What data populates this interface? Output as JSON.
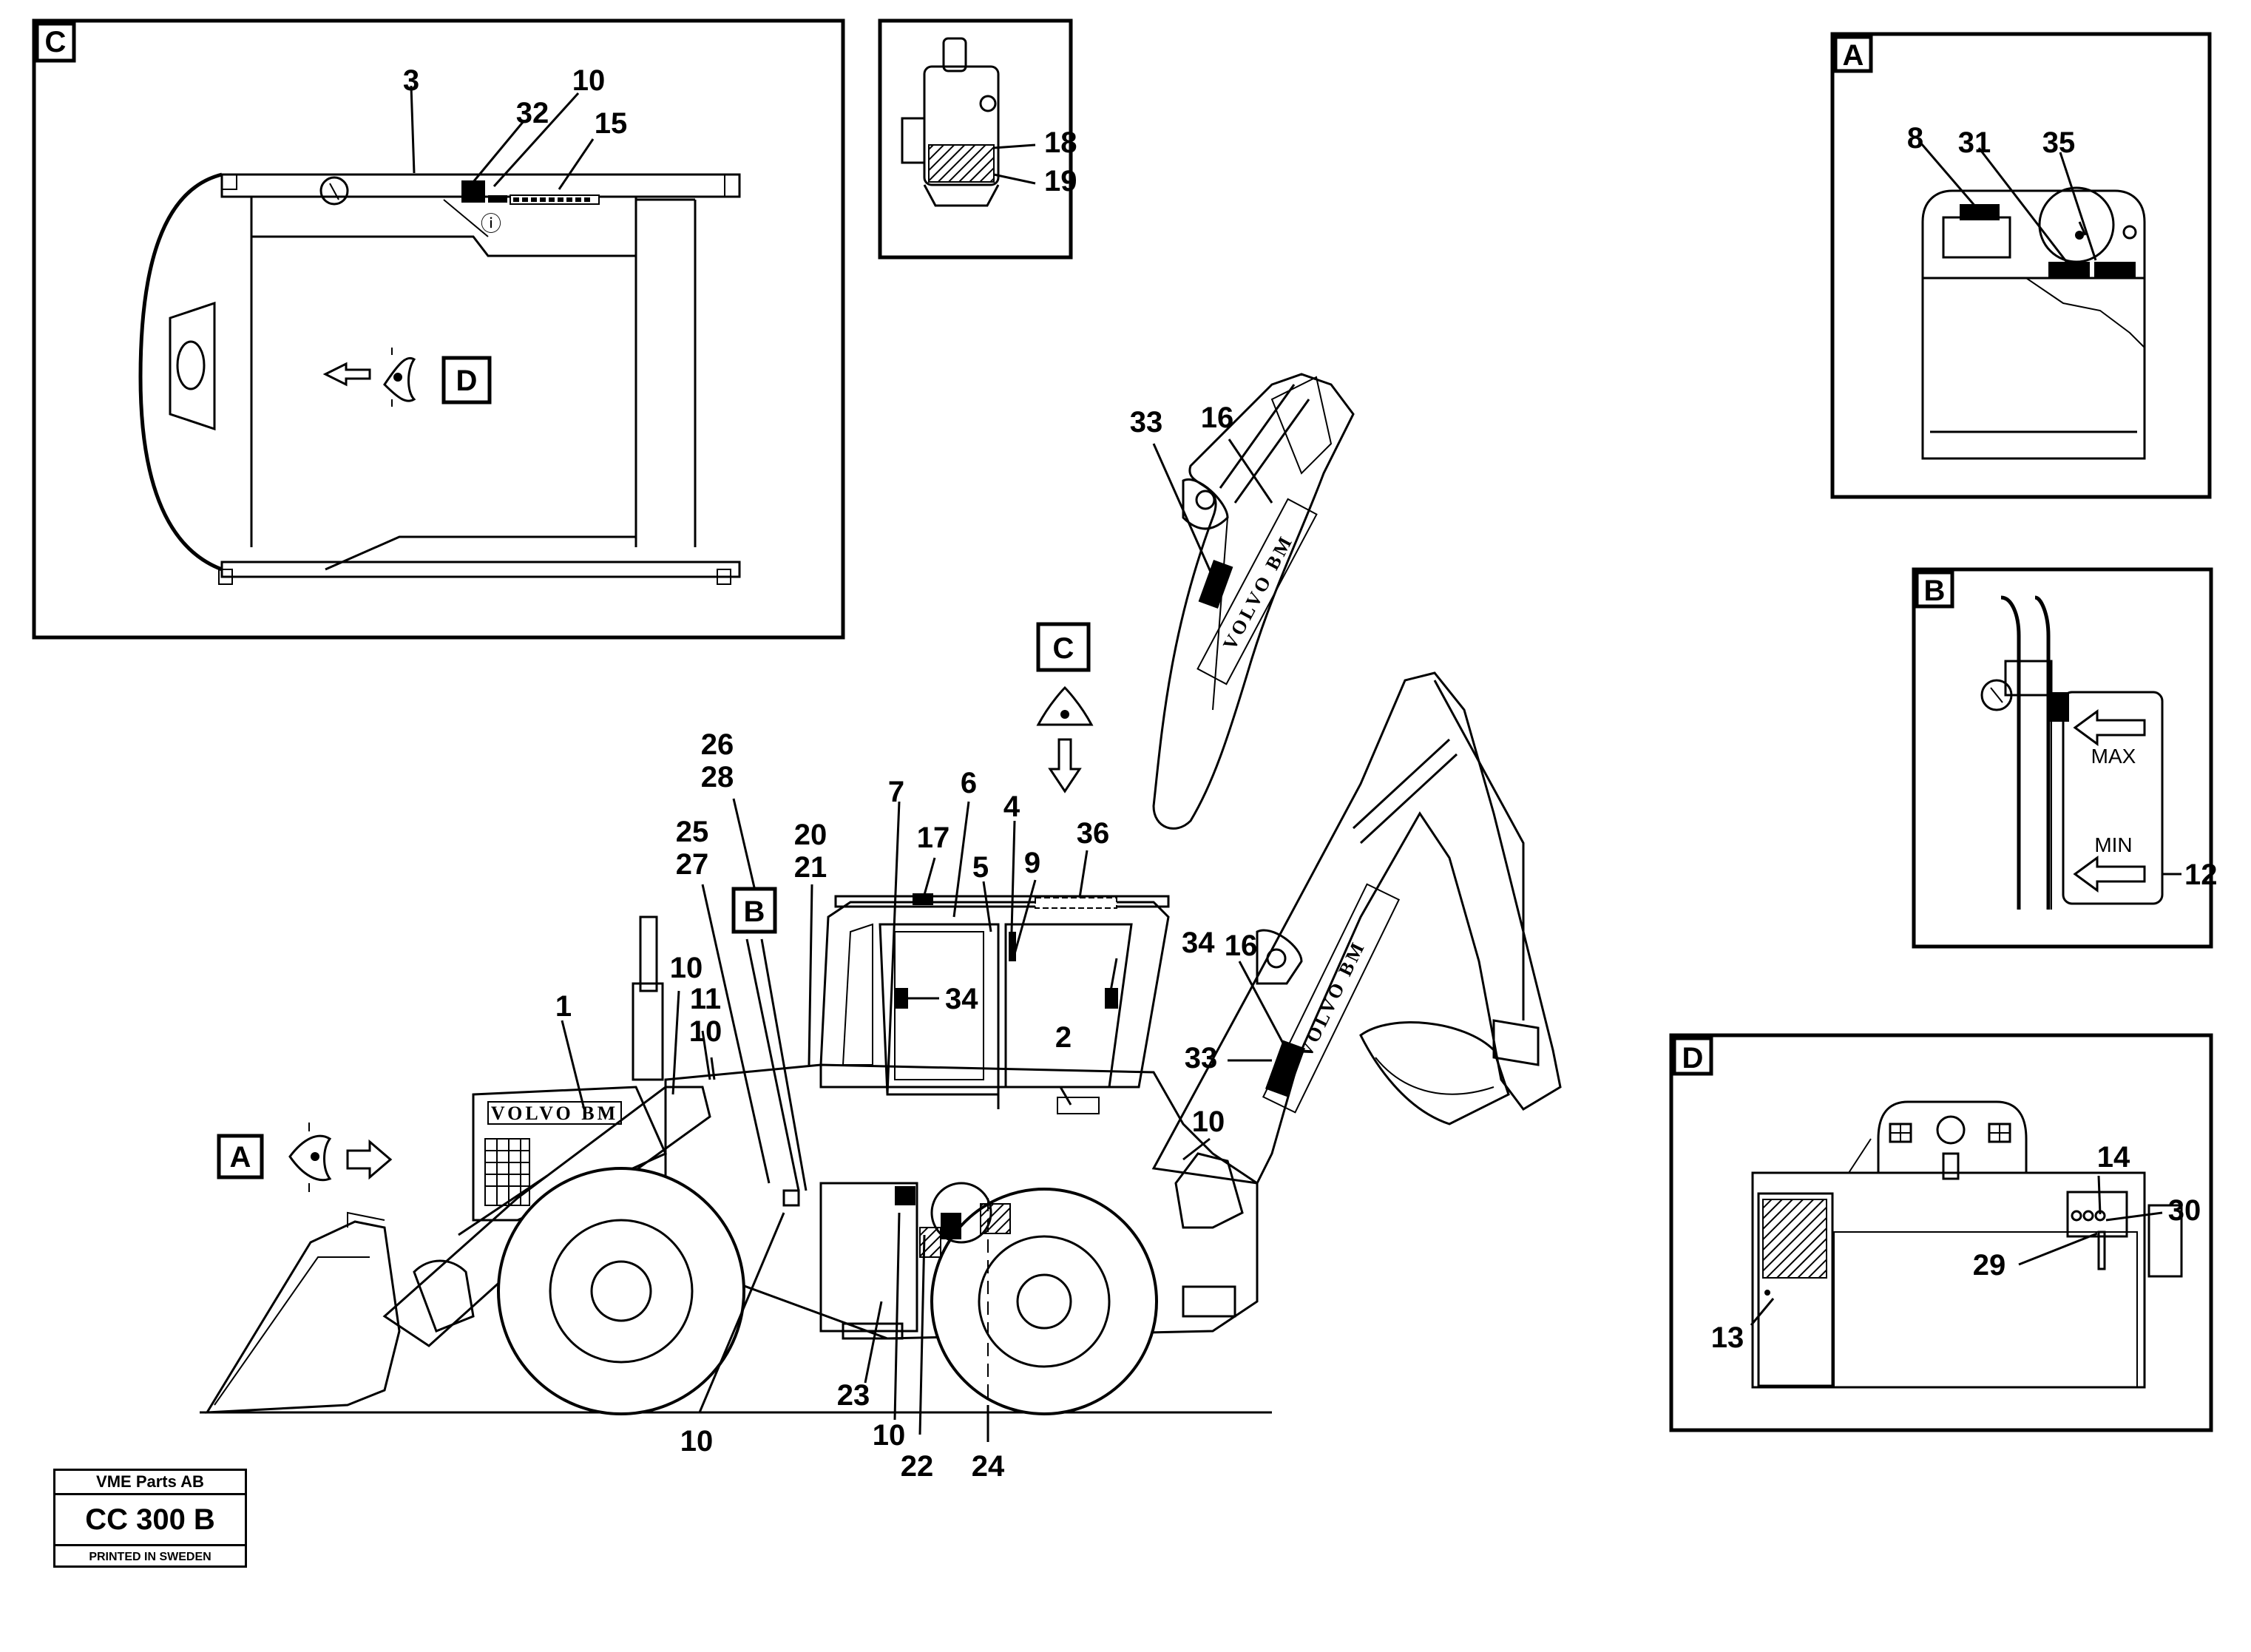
{
  "views": {
    "C": {
      "label": "C"
    },
    "D": {
      "label": "D"
    },
    "A": {
      "label": "A"
    },
    "B": {
      "label": "B"
    },
    "C_marker": {
      "label": "C"
    },
    "B_marker": {
      "label": "B"
    },
    "A_marker": {
      "label": "A"
    },
    "D_marker": {
      "label": "D"
    }
  },
  "callouts": {
    "c3": "3",
    "c10": "10",
    "c32": "32",
    "c15": "15",
    "i18": "18",
    "i19": "19",
    "a8": "8",
    "a31": "31",
    "a35": "35",
    "b12": "12",
    "b_max": "MAX",
    "b_min": "MIN",
    "d14": "14",
    "d30": "30",
    "d29": "29",
    "d13": "13",
    "t33": "33",
    "t16": "16",
    "m26": "26",
    "m28": "28",
    "m25": "25",
    "m27": "27",
    "m20": "20",
    "m21": "21",
    "m7": "7",
    "m17": "17",
    "m6": "6",
    "m4": "4",
    "m5": "5",
    "m9": "9",
    "m36": "36",
    "m34a": "34",
    "m34b": "34",
    "m16": "16",
    "m33": "33",
    "m1": "1",
    "m10a": "10",
    "m11": "11",
    "m10b": "10",
    "m2": "2",
    "m10c": "10",
    "m10d": "10",
    "m10e": "10",
    "m23": "23",
    "m22": "22",
    "m24": "24"
  },
  "decals": {
    "hood_brand": "VOLVO BM",
    "boom_brand": "VOLVO BM",
    "top_boom_brand": "VOLVO BM"
  },
  "title_block": {
    "company": "VME Parts AB",
    "code": "CC 300 B",
    "printed": "PRINTED IN SWEDEN"
  },
  "colors": {
    "ink": "#000000",
    "paper": "#ffffff"
  }
}
